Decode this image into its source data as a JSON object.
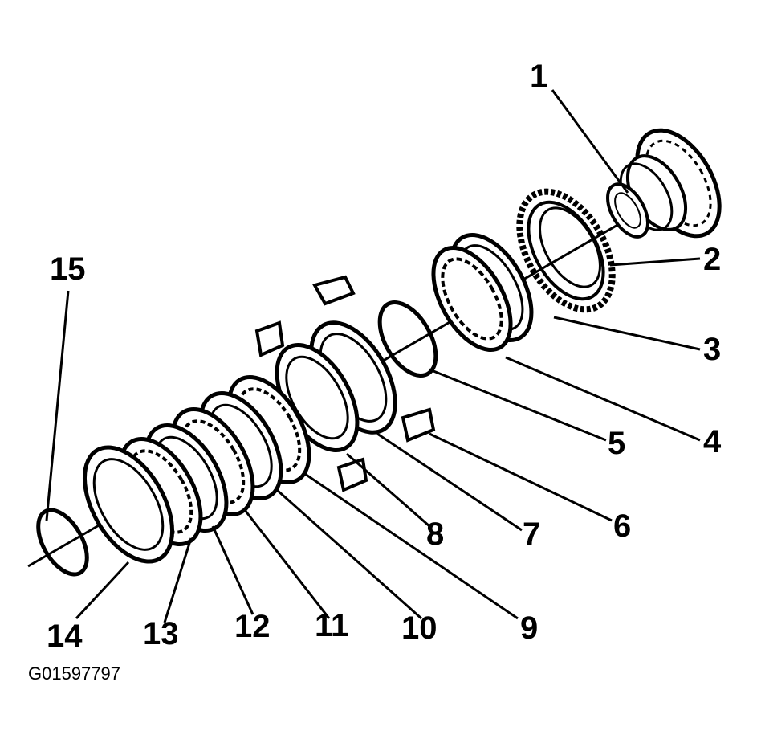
{
  "figure_id": "G01597797",
  "callouts": [
    "1",
    "2",
    "3",
    "4",
    "5",
    "6",
    "7",
    "8",
    "9",
    "10",
    "11",
    "12",
    "13",
    "14",
    "15"
  ],
  "colors": {
    "ink": "#000000",
    "paper": "#ffffff"
  }
}
